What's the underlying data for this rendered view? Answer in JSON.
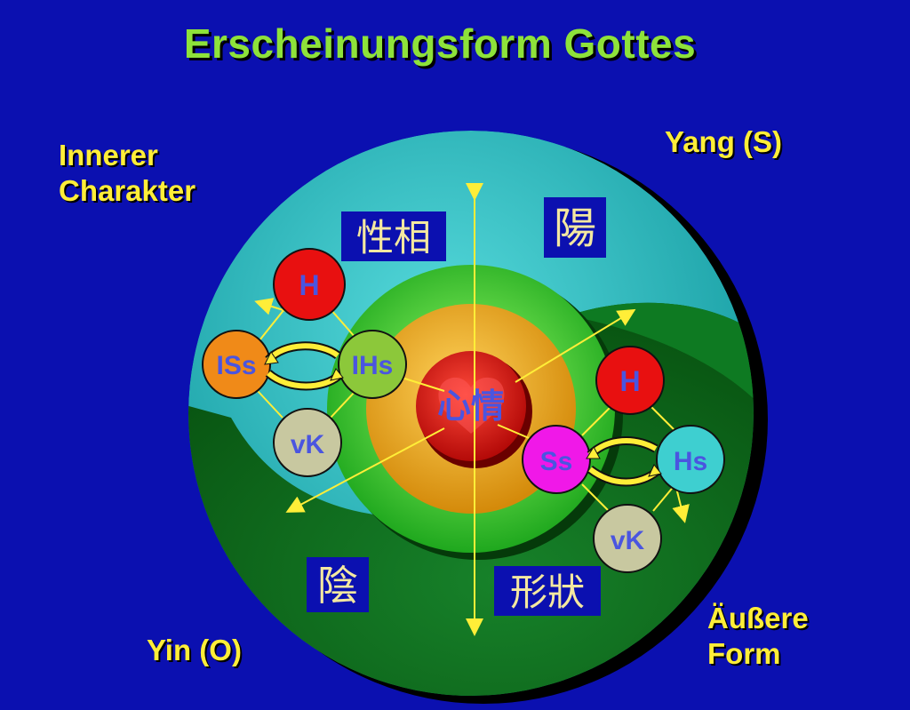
{
  "title": "Erscheinungsform Gottes",
  "corners": {
    "inner_character": [
      "Innerer",
      "Charakter"
    ],
    "yang": "Yang (S)",
    "yin": "Yin (O)",
    "outer_form": [
      "Äußere",
      "Form"
    ]
  },
  "kanji": {
    "sungsang": "性相",
    "yang": "陽",
    "yin": "陰",
    "hyungsang": "形狀",
    "center": "心情"
  },
  "inner_nodes": {
    "top": "H",
    "left": "ISs",
    "right": "IHs",
    "bottom": "vK"
  },
  "outer_nodes": {
    "top": "H",
    "left": "Ss",
    "right": "Hs",
    "bottom": "vK"
  },
  "colors": {
    "background": "#0b10b0",
    "title": "#8ee23a",
    "corner_text": "#ffee38",
    "yang_area": "#27c2c4",
    "yin_area": "#0f6a1a",
    "node_text": "#4a55e0"
  }
}
